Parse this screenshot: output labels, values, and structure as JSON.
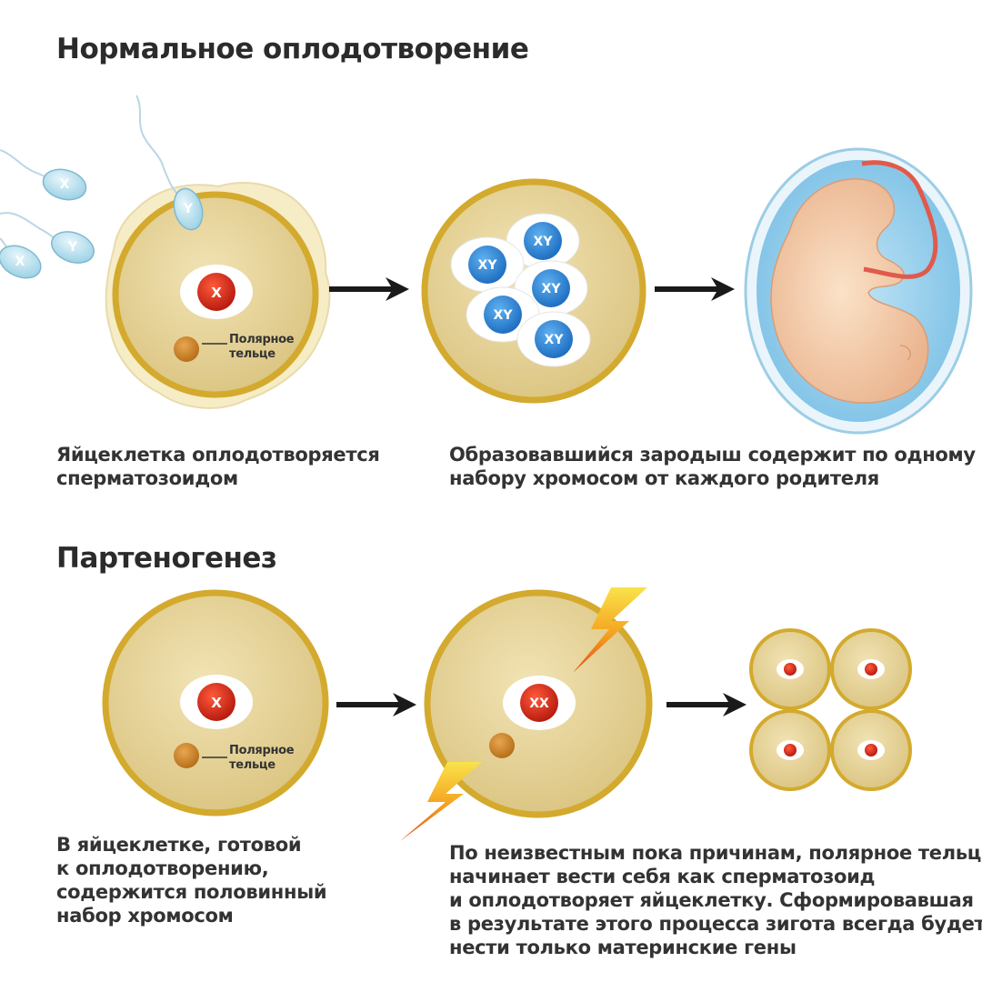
{
  "normal": {
    "title": "Нормальное оплодотворение",
    "egg_chromosome": "X",
    "sperm_labels": [
      "X",
      "Y",
      "X",
      "Y"
    ],
    "polar_body_label": [
      "Полярное",
      "тельце"
    ],
    "embryo_chromosomes": [
      "XY",
      "XY",
      "XY",
      "XY",
      "XY"
    ],
    "caption_left": [
      "Яйцеклетка оплодотворяется",
      "сперматозоидом"
    ],
    "caption_right": [
      "Образовавшийся зародыш содержит по одному",
      "набору хромосом от каждого родителя"
    ]
  },
  "parthenogenesis": {
    "title": "Партеногенез",
    "egg_chromosome": "X",
    "zygote_chromosome": "XX",
    "polar_body_label": [
      "Полярное",
      "тельце"
    ],
    "caption_left": [
      "В яйцеклетке, готовой",
      "к оплодотворению,",
      "содержится половинный",
      "набор хромосом"
    ],
    "caption_right": [
      "По неизвестным пока причинам, полярное тельце",
      "начинает вести себя как сперматозоид",
      "и оплодотворяет яйцеклетку. Сформировавшая",
      "в результате этого процесса зигота всегда будет",
      "нести только материнские гены"
    ]
  },
  "colors": {
    "cell_fill": "#e9d79c",
    "cell_ring": "#d3aa2e",
    "nucleus_red": "#d42a1a",
    "chromosome_blue": "#2f86d6",
    "arrow": "#1a1a1a",
    "lightning": "#f6c21b"
  }
}
